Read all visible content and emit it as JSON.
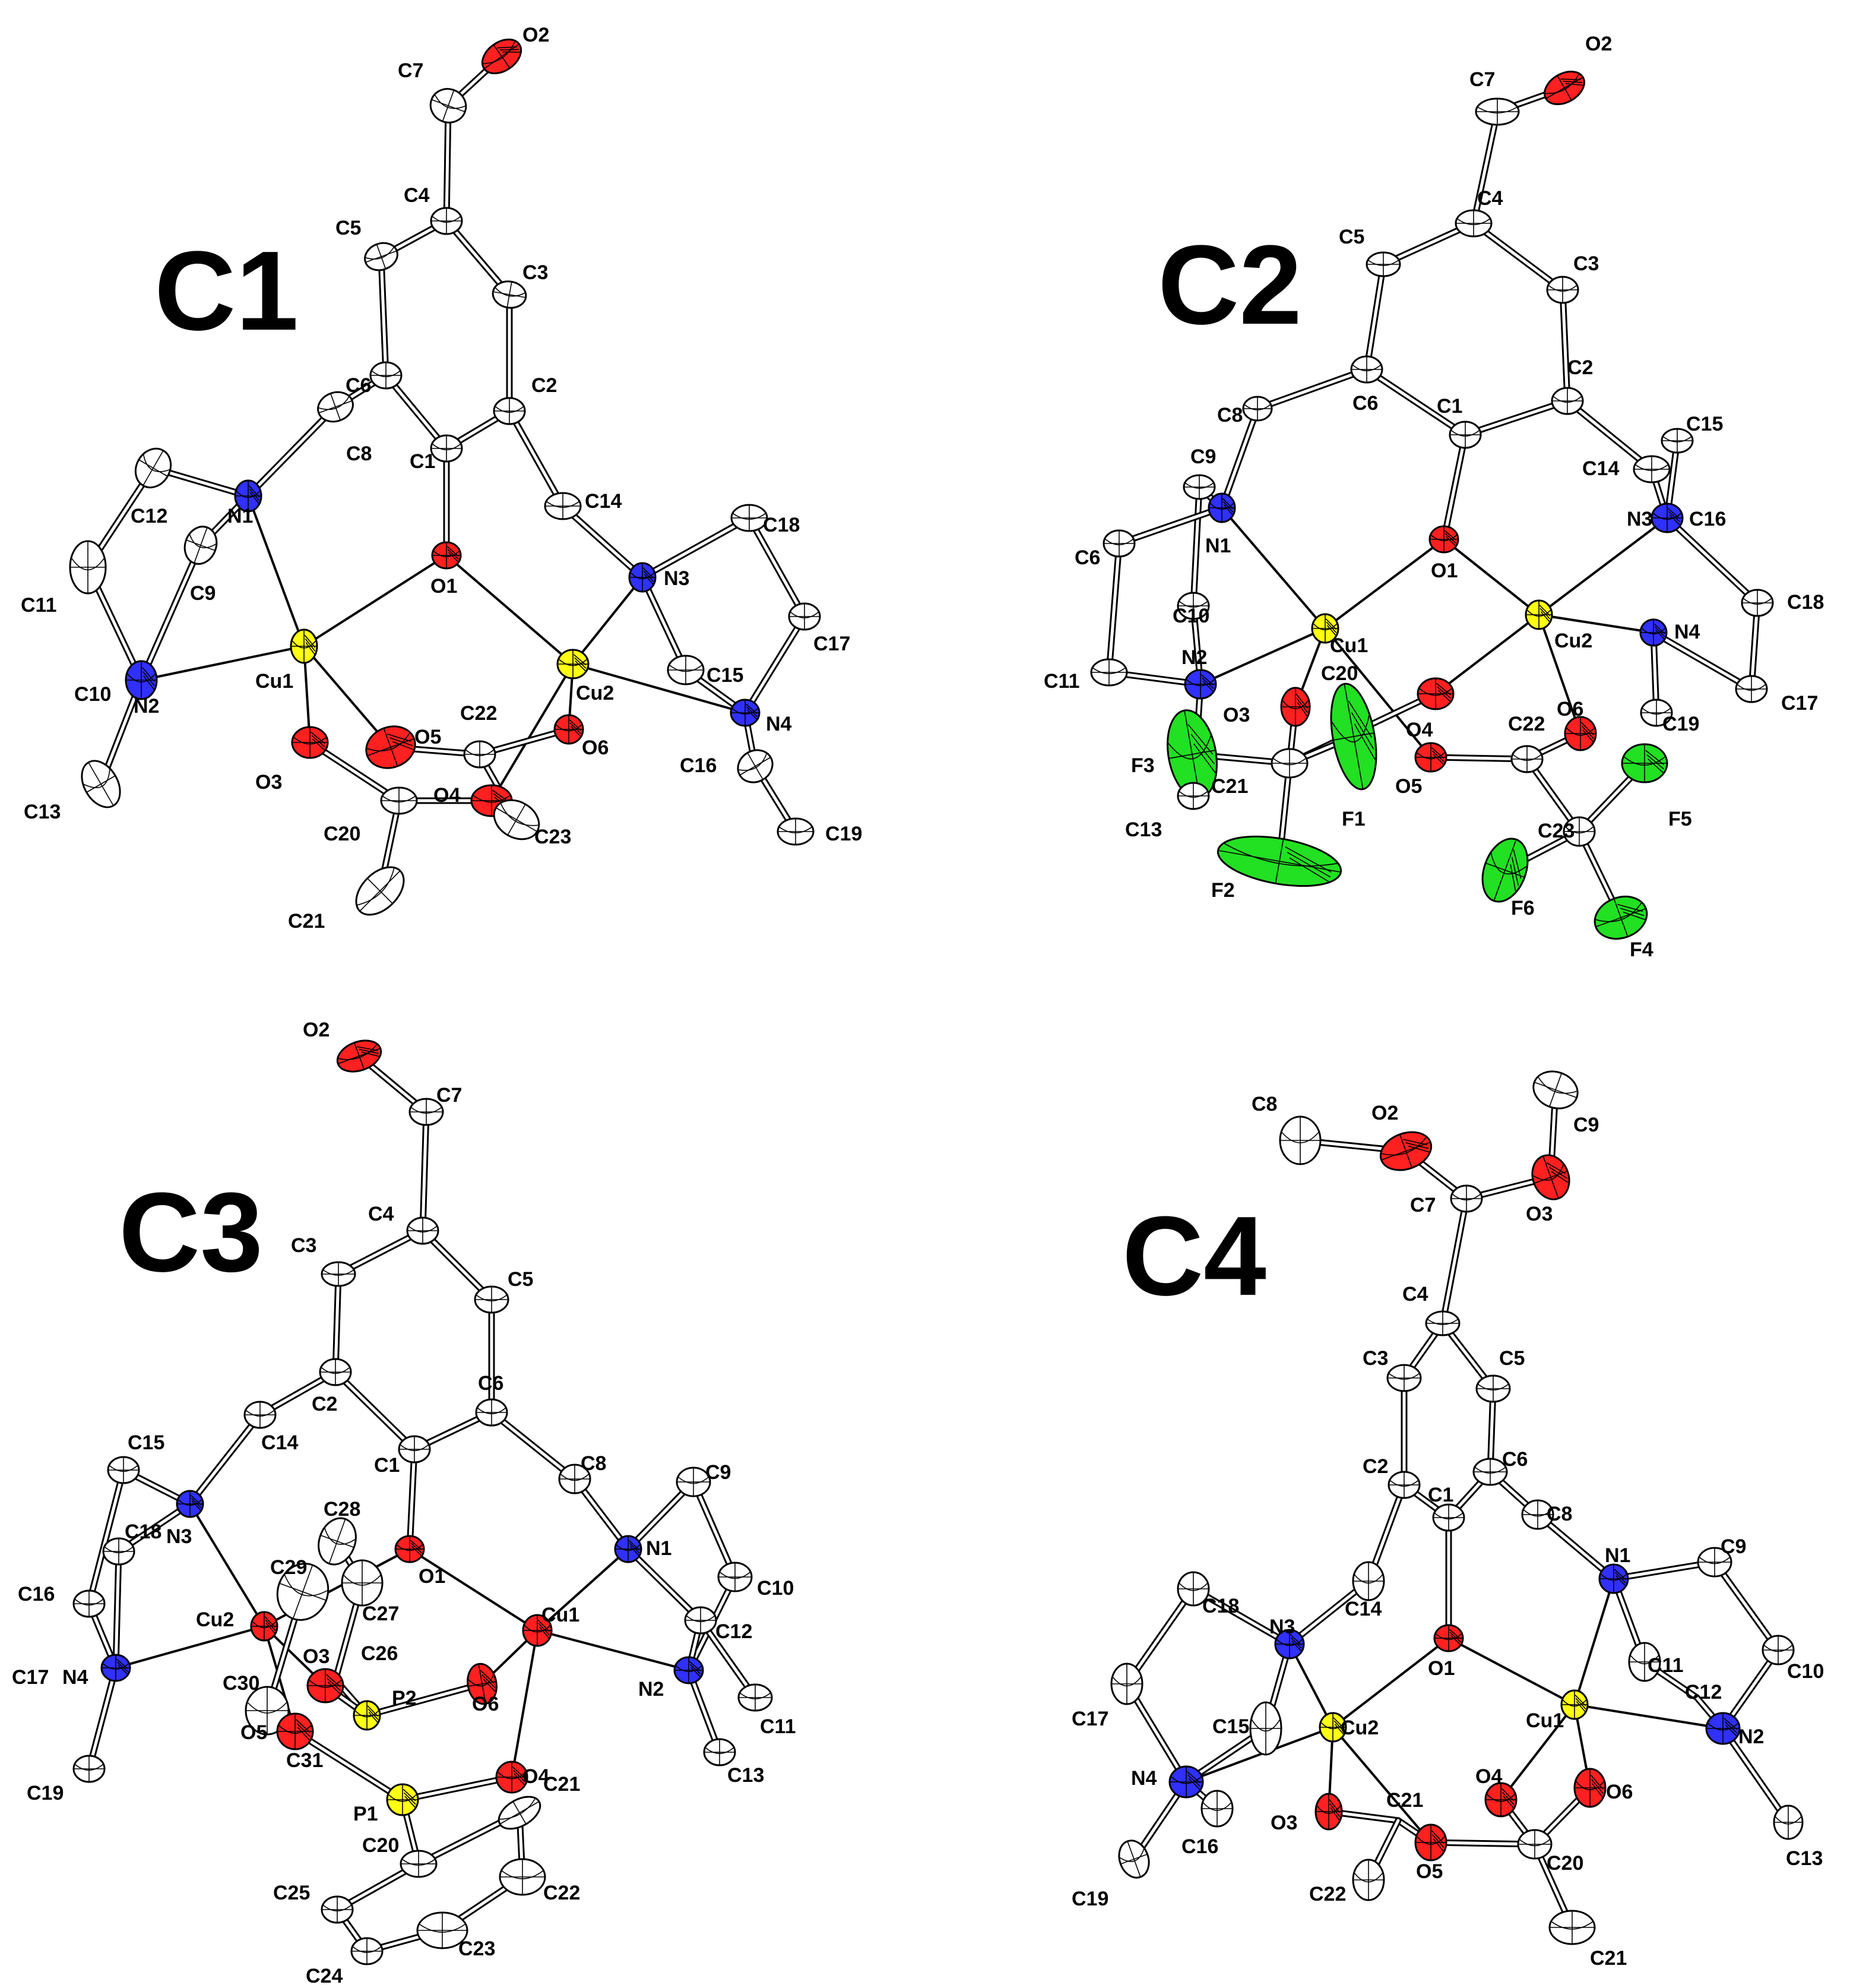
{
  "colors": {
    "C": "#ffffff",
    "O": "#ff2020",
    "N": "#3030ff",
    "Cu": "#ffff10",
    "P": "#ffff10",
    "F": "#22e022"
  },
  "panels": [
    {
      "title": "C1",
      "atoms": [
        {
          "id": "O2",
          "label": "O2",
          "el": "O"
        },
        {
          "id": "C7",
          "label": "C7",
          "el": "C"
        },
        {
          "id": "C4",
          "label": "C4",
          "el": "C"
        },
        {
          "id": "C5",
          "label": "C5",
          "el": "C"
        },
        {
          "id": "C3",
          "label": "C3",
          "el": "C"
        },
        {
          "id": "C6",
          "label": "C6",
          "el": "C"
        },
        {
          "id": "C2",
          "label": "C2",
          "el": "C"
        },
        {
          "id": "C1",
          "label": "C1",
          "el": "C"
        },
        {
          "id": "C8",
          "label": "C8",
          "el": "C"
        },
        {
          "id": "C14",
          "label": "C14",
          "el": "C"
        },
        {
          "id": "N1",
          "label": "N1",
          "el": "N"
        },
        {
          "id": "N3",
          "label": "N3",
          "el": "N"
        },
        {
          "id": "O1",
          "label": "O1",
          "el": "O"
        },
        {
          "id": "C12",
          "label": "C12",
          "el": "C"
        },
        {
          "id": "C11",
          "label": "C11",
          "el": "C"
        },
        {
          "id": "C9",
          "label": "C9",
          "el": "C"
        },
        {
          "id": "N2",
          "label": "N2",
          "el": "N"
        },
        {
          "id": "C10",
          "label": "C10",
          "el": "C"
        },
        {
          "id": "C13",
          "label": "C13",
          "el": "C"
        },
        {
          "id": "Cu1",
          "label": "Cu1",
          "el": "Cu"
        },
        {
          "id": "Cu2",
          "label": "Cu2",
          "el": "Cu"
        },
        {
          "id": "C18",
          "label": "C18",
          "el": "C"
        },
        {
          "id": "C17",
          "label": "C17",
          "el": "C"
        },
        {
          "id": "C15",
          "label": "C15",
          "el": "C"
        },
        {
          "id": "N4",
          "label": "N4",
          "el": "N"
        },
        {
          "id": "C16",
          "label": "C16",
          "el": "C"
        },
        {
          "id": "C19",
          "label": "C19",
          "el": "C"
        },
        {
          "id": "O3",
          "label": "O3",
          "el": "O"
        },
        {
          "id": "O5",
          "label": "O5",
          "el": "O"
        },
        {
          "id": "C22",
          "label": "C22",
          "el": "C"
        },
        {
          "id": "O6",
          "label": "O6",
          "el": "O"
        },
        {
          "id": "O4",
          "label": "O4",
          "el": "O"
        },
        {
          "id": "C23",
          "label": "C23",
          "el": "C"
        },
        {
          "id": "C20",
          "label": "C20",
          "el": "C"
        },
        {
          "id": "C21",
          "label": "C21",
          "el": "C"
        }
      ]
    },
    {
      "title": "C2",
      "atoms": [
        {
          "id": "O2",
          "label": "O2",
          "el": "O"
        },
        {
          "id": "C7",
          "label": "C7",
          "el": "C"
        },
        {
          "id": "C4",
          "label": "C4",
          "el": "C"
        },
        {
          "id": "C5",
          "label": "C5",
          "el": "C"
        },
        {
          "id": "C3",
          "label": "C3",
          "el": "C"
        },
        {
          "id": "C6",
          "label": "C6",
          "el": "C"
        },
        {
          "id": "C2",
          "label": "C2",
          "el": "C"
        },
        {
          "id": "C1",
          "label": "C1",
          "el": "C"
        },
        {
          "id": "C8",
          "label": "C8",
          "el": "C"
        },
        {
          "id": "C9",
          "label": "C9",
          "el": "C"
        },
        {
          "id": "C15",
          "label": "C15",
          "el": "C"
        },
        {
          "id": "C14",
          "label": "C14",
          "el": "C"
        },
        {
          "id": "N1",
          "label": "N1",
          "el": "N"
        },
        {
          "id": "O1",
          "label": "O1",
          "el": "O"
        },
        {
          "id": "N3",
          "label": "N3",
          "el": "N"
        },
        {
          "id": "C16",
          "label": "C16",
          "el": "C"
        },
        {
          "id": "C6b",
          "label": "C6",
          "el": "C"
        },
        {
          "id": "C10",
          "label": "C10",
          "el": "C"
        },
        {
          "id": "Cu1",
          "label": "Cu1",
          "el": "Cu"
        },
        {
          "id": "Cu2",
          "label": "Cu2",
          "el": "Cu"
        },
        {
          "id": "N4",
          "label": "N4",
          "el": "N"
        },
        {
          "id": "C18",
          "label": "C18",
          "el": "C"
        },
        {
          "id": "C11",
          "label": "C11",
          "el": "C"
        },
        {
          "id": "N2",
          "label": "N2",
          "el": "N"
        },
        {
          "id": "C20",
          "label": "C20",
          "el": "C"
        },
        {
          "id": "O3",
          "label": "O3",
          "el": "O"
        },
        {
          "id": "O4",
          "label": "O4",
          "el": "O"
        },
        {
          "id": "O6",
          "label": "O6",
          "el": "O"
        },
        {
          "id": "C22",
          "label": "C22",
          "el": "C"
        },
        {
          "id": "C19",
          "label": "C19",
          "el": "C"
        },
        {
          "id": "C17",
          "label": "C17",
          "el": "C"
        },
        {
          "id": "F3",
          "label": "F3",
          "el": "F"
        },
        {
          "id": "C21",
          "label": "C21",
          "el": "C"
        },
        {
          "id": "O5",
          "label": "O5",
          "el": "O"
        },
        {
          "id": "F1",
          "label": "F1",
          "el": "F"
        },
        {
          "id": "C13",
          "label": "C13",
          "el": "C"
        },
        {
          "id": "F5",
          "label": "F5",
          "el": "F"
        },
        {
          "id": "C23",
          "label": "C23",
          "el": "C"
        },
        {
          "id": "F2",
          "label": "F2",
          "el": "F"
        },
        {
          "id": "F6",
          "label": "F6",
          "el": "F"
        },
        {
          "id": "F4",
          "label": "F4",
          "el": "F"
        }
      ]
    },
    {
      "title": "C3",
      "atoms": [
        {
          "id": "O2",
          "label": "O2",
          "el": "O"
        },
        {
          "id": "C7",
          "label": "C7",
          "el": "C"
        },
        {
          "id": "C4",
          "label": "C4",
          "el": "C"
        },
        {
          "id": "C3",
          "label": "C3",
          "el": "C"
        },
        {
          "id": "C5",
          "label": "C5",
          "el": "C"
        },
        {
          "id": "C6",
          "label": "C6",
          "el": "C"
        },
        {
          "id": "C2",
          "label": "C2",
          "el": "C"
        },
        {
          "id": "C15",
          "label": "C15",
          "el": "C"
        },
        {
          "id": "C14",
          "label": "C14",
          "el": "C"
        },
        {
          "id": "C1",
          "label": "C1",
          "el": "C"
        },
        {
          "id": "C8",
          "label": "C8",
          "el": "C"
        },
        {
          "id": "C9",
          "label": "C9",
          "el": "C"
        },
        {
          "id": "C28",
          "label": "C28",
          "el": "C"
        },
        {
          "id": "N3",
          "label": "N3",
          "el": "N"
        },
        {
          "id": "C18",
          "label": "C18",
          "el": "C"
        },
        {
          "id": "O1",
          "label": "O1",
          "el": "O"
        },
        {
          "id": "N1",
          "label": "N1",
          "el": "N"
        },
        {
          "id": "C29",
          "label": "C29",
          "el": "C"
        },
        {
          "id": "C27",
          "label": "C27",
          "el": "C"
        },
        {
          "id": "C16",
          "label": "C16",
          "el": "C"
        },
        {
          "id": "Cu2",
          "label": "Cu2",
          "el": "O"
        },
        {
          "id": "C10",
          "label": "C10",
          "el": "C"
        },
        {
          "id": "Cu1",
          "label": "Cu1",
          "el": "O"
        },
        {
          "id": "C12",
          "label": "C12",
          "el": "C"
        },
        {
          "id": "C17",
          "label": "C17",
          "el": "C"
        },
        {
          "id": "N4",
          "label": "N4",
          "el": "N"
        },
        {
          "id": "O3",
          "label": "O3",
          "el": "O"
        },
        {
          "id": "C26",
          "label": "C26",
          "el": "C"
        },
        {
          "id": "N2",
          "label": "N2",
          "el": "N"
        },
        {
          "id": "C30",
          "label": "C30",
          "el": "C"
        },
        {
          "id": "O6",
          "label": "O6",
          "el": "O"
        },
        {
          "id": "C11",
          "label": "C11",
          "el": "C"
        },
        {
          "id": "O5",
          "label": "O5",
          "el": "O"
        },
        {
          "id": "P2",
          "label": "P2",
          "el": "P"
        },
        {
          "id": "C31",
          "label": "C31",
          "el": "C"
        },
        {
          "id": "O4",
          "label": "O4",
          "el": "O"
        },
        {
          "id": "C13",
          "label": "C13",
          "el": "C"
        },
        {
          "id": "C19",
          "label": "C19",
          "el": "C"
        },
        {
          "id": "P1",
          "label": "P1",
          "el": "P"
        },
        {
          "id": "C20",
          "label": "C20",
          "el": "C"
        },
        {
          "id": "C21",
          "label": "C21",
          "el": "C"
        },
        {
          "id": "C25",
          "label": "C25",
          "el": "C"
        },
        {
          "id": "C22",
          "label": "C22",
          "el": "C"
        },
        {
          "id": "C24",
          "label": "C24",
          "el": "C"
        },
        {
          "id": "C23",
          "label": "C23",
          "el": "C"
        }
      ]
    },
    {
      "title": "C4",
      "atoms": [
        {
          "id": "C9",
          "label": "C9",
          "el": "C"
        },
        {
          "id": "C8",
          "label": "C8",
          "el": "C"
        },
        {
          "id": "O2",
          "label": "O2",
          "el": "O"
        },
        {
          "id": "O3",
          "label": "O3",
          "el": "O"
        },
        {
          "id": "C7",
          "label": "C7",
          "el": "C"
        },
        {
          "id": "C4",
          "label": "C4",
          "el": "C"
        },
        {
          "id": "C3",
          "label": "C3",
          "el": "C"
        },
        {
          "id": "C5",
          "label": "C5",
          "el": "C"
        },
        {
          "id": "C6",
          "label": "C6",
          "el": "C"
        },
        {
          "id": "C2",
          "label": "C2",
          "el": "C"
        },
        {
          "id": "C1",
          "label": "C1",
          "el": "C"
        },
        {
          "id": "C8b",
          "label": "C8",
          "el": "C"
        },
        {
          "id": "N1",
          "label": "N1",
          "el": "N"
        },
        {
          "id": "C9b",
          "label": "C9",
          "el": "C"
        },
        {
          "id": "C18",
          "label": "C18",
          "el": "C"
        },
        {
          "id": "N3",
          "label": "N3",
          "el": "N"
        },
        {
          "id": "C14",
          "label": "C14",
          "el": "C"
        },
        {
          "id": "C11",
          "label": "C11",
          "el": "C"
        },
        {
          "id": "O1",
          "label": "O1",
          "el": "O"
        },
        {
          "id": "C12",
          "label": "C12",
          "el": "C"
        },
        {
          "id": "C10",
          "label": "C10",
          "el": "C"
        },
        {
          "id": "C15",
          "label": "C15",
          "el": "C"
        },
        {
          "id": "Cu2",
          "label": "Cu2",
          "el": "Cu"
        },
        {
          "id": "Cu1",
          "label": "Cu1",
          "el": "Cu"
        },
        {
          "id": "C17",
          "label": "C17",
          "el": "C"
        },
        {
          "id": "N2",
          "label": "N2",
          "el": "N"
        },
        {
          "id": "N4",
          "label": "N4",
          "el": "N"
        },
        {
          "id": "O3b",
          "label": "O3",
          "el": "O"
        },
        {
          "id": "C21",
          "label": "C21",
          "el": "C"
        },
        {
          "id": "O4",
          "label": "O4",
          "el": "O"
        },
        {
          "id": "O6",
          "label": "O6",
          "el": "O"
        },
        {
          "id": "C16",
          "label": "C16",
          "el": "C"
        },
        {
          "id": "C20",
          "label": "C20",
          "el": "C"
        },
        {
          "id": "C22",
          "label": "C22",
          "el": "C"
        },
        {
          "id": "O5",
          "label": "O5",
          "el": "O"
        },
        {
          "id": "C19",
          "label": "C19",
          "el": "C"
        },
        {
          "id": "C13",
          "label": "C13",
          "el": "C"
        },
        {
          "id": "C21b",
          "label": "C21",
          "el": "C"
        }
      ]
    }
  ]
}
